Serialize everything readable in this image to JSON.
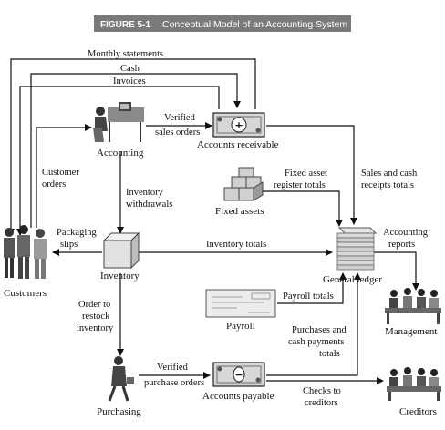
{
  "figure": {
    "tag": "FIGURE 5-1",
    "title": "Conceptual Model of an Accounting System",
    "header_color": "#7a7a7a"
  },
  "nodes": {
    "accounting": "Accounting",
    "accounts_receivable": "Accounts receivable",
    "fixed_assets": "Fixed assets",
    "customers": "Customers",
    "inventory": "Inventory",
    "general_ledger": "General ledger",
    "management": "Management",
    "payroll": "Payroll",
    "purchasing": "Purchasing",
    "accounts_payable": "Accounts payable",
    "creditors": "Creditors"
  },
  "flows": {
    "monthly_statements": "Monthly statements",
    "cash": "Cash",
    "invoices": "Invoices",
    "verified_sales_orders": [
      "Verified",
      "sales orders"
    ],
    "customer_orders": [
      "Customer",
      "orders"
    ],
    "inventory_withdrawals": [
      "Inventory",
      "withdrawals"
    ],
    "fixed_asset_register_totals": [
      "Fixed asset",
      "register totals"
    ],
    "sales_and_cash_receipts_totals": [
      "Sales and cash",
      "receipts totals"
    ],
    "packaging_slips": [
      "Packaging",
      "slips"
    ],
    "inventory_totals": "Inventory totals",
    "accounting_reports": [
      "Accounting",
      "reports"
    ],
    "order_to_restock_inventory": [
      "Order to",
      "restock",
      "inventory"
    ],
    "payroll_totals": "Payroll totals",
    "purchases_and_cash_payments_totals": [
      "Purchases and",
      "cash payments",
      "totals"
    ],
    "verified_purchase_orders": [
      "Verified",
      "purchase orders"
    ],
    "checks_to_creditors": [
      "Checks to",
      "creditors"
    ]
  },
  "icons": {
    "plus": "+",
    "minus": "−"
  }
}
